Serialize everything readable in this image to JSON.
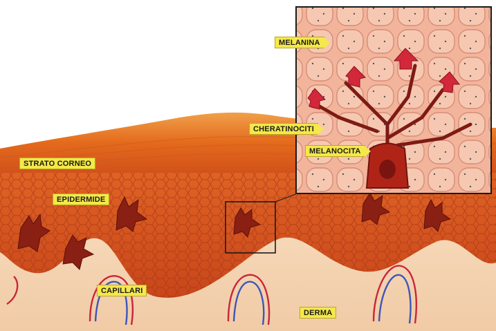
{
  "labels": {
    "melanina": "MELANINA",
    "cheratinociti": "CHERATINOCITI",
    "melanocita": "MELANOCITA",
    "strato_corneo": "STRATO CORNEO",
    "epidermide": "EPIDERMIDE",
    "capillari": "CAPILLARI",
    "derma": "DERMA"
  },
  "colors": {
    "label_bg": "#f4e84a",
    "skin_surface": "#e8731f",
    "epidermis": "#d9551a",
    "dermis": "#f3d3b3",
    "melanocyte": "#8a1f14",
    "inset_bg": "#f2b49a",
    "melanin_granule": "#d2283a"
  }
}
